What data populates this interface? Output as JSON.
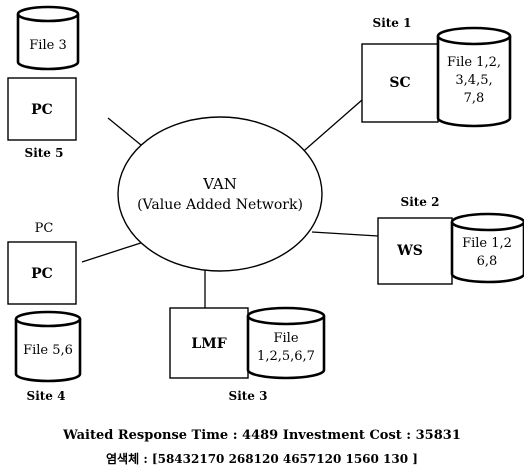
{
  "network": {
    "line1": "VAN",
    "line2": "(Value Added Network)"
  },
  "sites": {
    "site1": {
      "label": "Site 1",
      "node": "SC",
      "files": [
        "File 1,2,",
        "3,4,5,",
        "7,8"
      ]
    },
    "site2": {
      "label": "Site 2",
      "node": "WS",
      "files": [
        "File  1,2",
        "6,8"
      ]
    },
    "site3": {
      "label": "Site 3",
      "node": "LMF",
      "files": [
        "File",
        "1,2,5,6,7"
      ]
    },
    "site4": {
      "label": "Site 4",
      "node": "PC",
      "caption": "PC",
      "files": [
        "File 5,6"
      ]
    },
    "site5": {
      "label": "Site 5",
      "node": "PC",
      "files": [
        "File 3"
      ]
    }
  },
  "footer": {
    "line1": "Waited Response Time : 4489   Investment Cost : 35831",
    "line2": "염색체 : [58432170  268120  4657120  1560  130 ]"
  }
}
